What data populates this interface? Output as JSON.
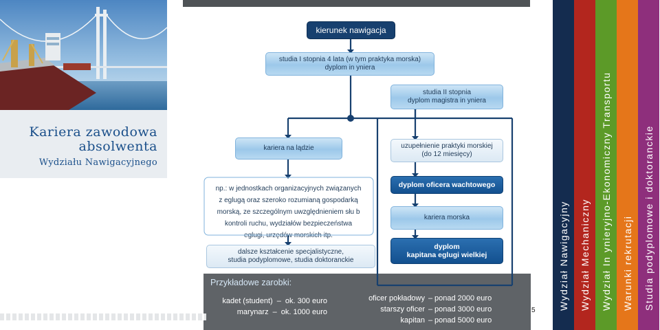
{
  "sidebar_left": {
    "title_line1": "Kariera zawodowa",
    "title_line2": "absolwenta",
    "subtitle": "Wydziału Nawigacyjnego"
  },
  "diagram": {
    "header": "kierunek nawigacja",
    "study1_line1": "studia I stopnia 4 lata (w tym praktyka morska)",
    "study1_line2": "dyplom in yniera",
    "study2_line1": "studia II stopnia",
    "study2_line2": "dyplom magistra in yniera",
    "career_land": "kariera na lądzie",
    "supplement_line1": "uzupełnienie praktyki morskiej",
    "supplement_line2": "(do 12 miesięcy)",
    "note_lines": [
      "np.: w jednostkach organizacyjnych związanych",
      "z eglugą oraz szeroko rozumianą gospodarką",
      "morską, ze szczególnym uwzględnieniem słu b",
      "kontroli ruchu, wydziałów bezpieczeństwa",
      "eglugi, urzędów morskich itp."
    ],
    "further_edu_line1": "dalsze kształcenie specjalistyczne,",
    "further_edu_line2": "studia podyplomowe, studia doktoranckie",
    "officer_diploma": "dyplom oficera wachtowego",
    "career_sea": "kariera morska",
    "captain_line1": "dyplom",
    "captain_line2": "kapitana eglugi wielkiej"
  },
  "earnings": {
    "title": "Przykładowe zarobki:",
    "left": [
      {
        "role": "kadet (student)",
        "amount": "ok. 300 euro"
      },
      {
        "role": "marynarz",
        "amount": "ok. 1000 euro"
      }
    ],
    "right": [
      {
        "role": "oficer pokładowy",
        "amount": "ponad 2000 euro"
      },
      {
        "role": "starszy oficer",
        "amount": "ponad 3000 euro"
      },
      {
        "role": "kapitan",
        "amount": "ponad 5000 euro"
      }
    ]
  },
  "page_number": "5",
  "tabs": [
    {
      "label": "Wydział Nawigacyjny",
      "color": "#142c4f"
    },
    {
      "label": "Wydział Mechaniczny",
      "color": "#b3261e"
    },
    {
      "label": "Wydział In ynieryjno-Ekonomiczny Transportu",
      "color": "#5c9a28"
    },
    {
      "label": "Warunki rekrutacji",
      "color": "#e5761a"
    },
    {
      "label": "Studia podyplomowe i doktoranckie",
      "color": "#8e2f7c"
    }
  ]
}
